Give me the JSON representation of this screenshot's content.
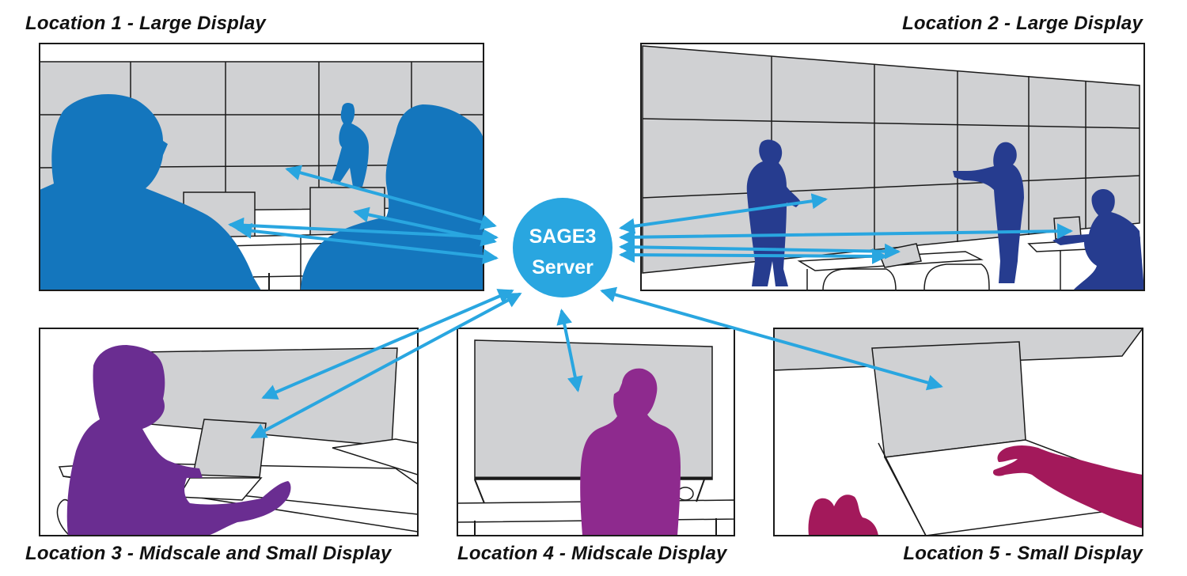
{
  "captions": {
    "location1": "Location 1 - Large Display",
    "location2": "Location 2 - Large Display",
    "location3": "Location 3 - Midscale and Small Display",
    "location4": "Location 4 - Midscale Display",
    "location5": "Location 5 - Small Display"
  },
  "server": {
    "line1": "SAGE3",
    "line2": "Server"
  },
  "colors": {
    "arrow": "#29a6e0",
    "server": "#29a6e0",
    "screen": "#d0d1d3",
    "location1_people": "#1476bd",
    "location2_people": "#263c8f",
    "location3_people": "#6a2d91",
    "location4_people": "#8e2a8e",
    "location5_people": "#a3195b"
  }
}
